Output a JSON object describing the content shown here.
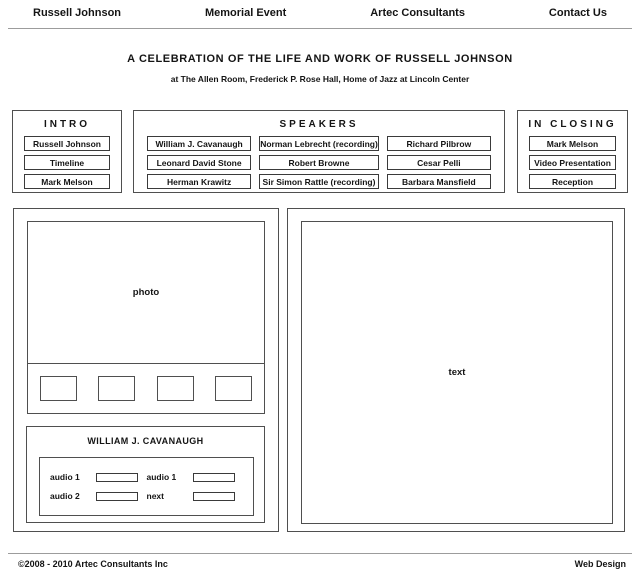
{
  "nav": {
    "items": [
      {
        "label": "Russell Johnson"
      },
      {
        "label": "Memorial Event"
      },
      {
        "label": "Artec Consultants"
      },
      {
        "label": "Contact Us"
      }
    ]
  },
  "header": {
    "title": "A CELEBRATION OF THE LIFE AND WORK OF RUSSELL JOHNSON",
    "subtitle": "at The Allen Room, Frederick P. Rose Hall, Home of Jazz at Lincoln Center"
  },
  "sections": {
    "intro": {
      "title": "INTRO",
      "items": [
        "Russell Johnson",
        "Timeline",
        "Mark Melson"
      ]
    },
    "speakers": {
      "title": "SPEAKERS",
      "rows": [
        [
          "William J. Cavanaugh",
          "Norman Lebrecht (recording)",
          "Richard Pilbrow"
        ],
        [
          "Leonard David Stone",
          "Robert Browne",
          "Cesar Pelli"
        ],
        [
          "Herman Krawitz",
          "Sir Simon Rattle (recording)",
          "Barbara Mansfield"
        ]
      ]
    },
    "in_closing": {
      "title": "IN CLOSING",
      "items": [
        "Mark Melson",
        "Video Presentation",
        "Reception"
      ]
    }
  },
  "content": {
    "photo_placeholder": "photo",
    "text_placeholder": "text",
    "player": {
      "title": "WILLIAM J. CAVANAUGH",
      "rows": [
        [
          {
            "label": "audio 1"
          },
          {
            "label": "audio 1"
          }
        ],
        [
          {
            "label": "audio 2"
          },
          {
            "label": "next"
          }
        ]
      ]
    }
  },
  "footer": {
    "copyright": "©2008 - 2010 Artec Consultants Inc",
    "credit": "Web Design"
  },
  "colors": {
    "box_border": "#4f4f4f",
    "button_border": "#3a3a3a",
    "rule_gray": "#9c9c9c",
    "text": "#141414",
    "background": "#ffffff"
  }
}
